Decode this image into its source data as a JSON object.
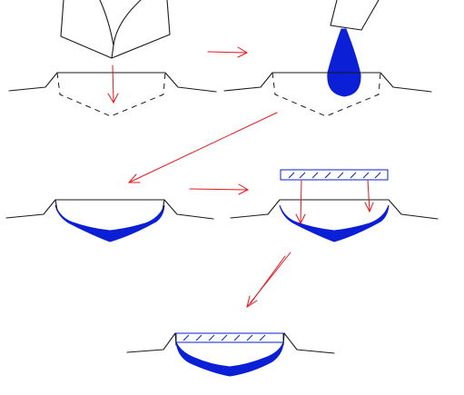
{
  "colors": {
    "ink": "#1a1a1a",
    "fill": "#0a1fd6",
    "arrow": "#e8151b",
    "background": "#ffffff"
  },
  "steps": [
    {
      "id": "cut",
      "desc_visible": ""
    },
    {
      "id": "drop",
      "desc_visible": ""
    },
    {
      "id": "spread",
      "desc_visible": ""
    },
    {
      "id": "press",
      "desc_visible": ""
    },
    {
      "id": "sealed",
      "desc_visible": ""
    }
  ]
}
